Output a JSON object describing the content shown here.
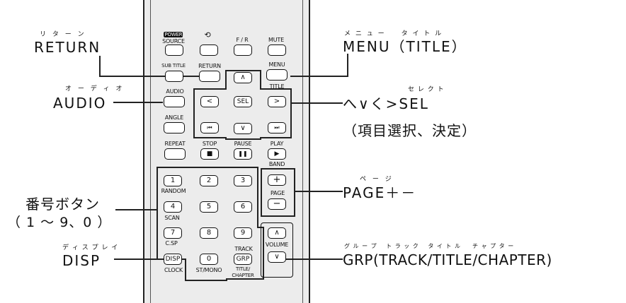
{
  "labels_left": {
    "return": {
      "ruby": "リ タ ー ン",
      "text": "RETURN"
    },
    "audio": {
      "ruby": "オ ー デ ィ オ",
      "text": "AUDIO"
    },
    "numbers": {
      "text": "番号ボタン",
      "sub": "（ 1 ～ 9、0 ）"
    },
    "disp": {
      "ruby": "デ ィ ス プ レ イ",
      "text": "DISP"
    }
  },
  "labels_right": {
    "menu": {
      "ruby": "メ ニ ュ ー　　タ イ ト ル",
      "text": "MENU（TITLE）"
    },
    "sel": {
      "ruby": "セ レ ク ト",
      "text": "へ∨く>SEL",
      "sub": "（項目選択、決定）"
    },
    "page": {
      "ruby": "ペ ー ジ",
      "text": "PAGE＋－"
    },
    "grp": {
      "ruby": "グ ル ー プ　 ト ラ ッ ク　 タ イ ト ル 　 チ ャ プ タ ー",
      "text": "GRP(TRACK/TITLE/CHAPTER)"
    }
  },
  "remote": {
    "power_badge": "POWER",
    "source": "SOURCE",
    "fr": "F / R",
    "mute": "MUTE",
    "sub_title": "SUB TITLE",
    "return": "RETURN",
    "menu": "MENU",
    "title": "TITLE",
    "audio": "AUDIO",
    "sel": "SEL",
    "angle": "ANGLE",
    "repeat": "REPEAT",
    "stop": "STOP",
    "pause": "PAUSE",
    "play": "PLAY",
    "band": "BAND",
    "page": "PAGE",
    "random": "RANDOM",
    "scan": "SCAN",
    "csp": "C.SP",
    "track": "TRACK",
    "volume": "VOLUME",
    "disp": "DISP",
    "clock": "CLOCK",
    "grp": "GRP",
    "st_mono": "ST/MONO",
    "title_chapter_1": "TITLE/",
    "title_chapter_2": "CHAPTER",
    "digits": [
      "1",
      "2",
      "3",
      "4",
      "5",
      "6",
      "7",
      "8",
      "9",
      "0"
    ],
    "symbols": {
      "up": "∧",
      "down": "∨",
      "left": "<",
      "right": ">",
      "prev": "⏮",
      "next": "⏭",
      "stop": "■",
      "pause": "❚❚",
      "play": "▶",
      "plus": "+",
      "minus": "−"
    }
  }
}
